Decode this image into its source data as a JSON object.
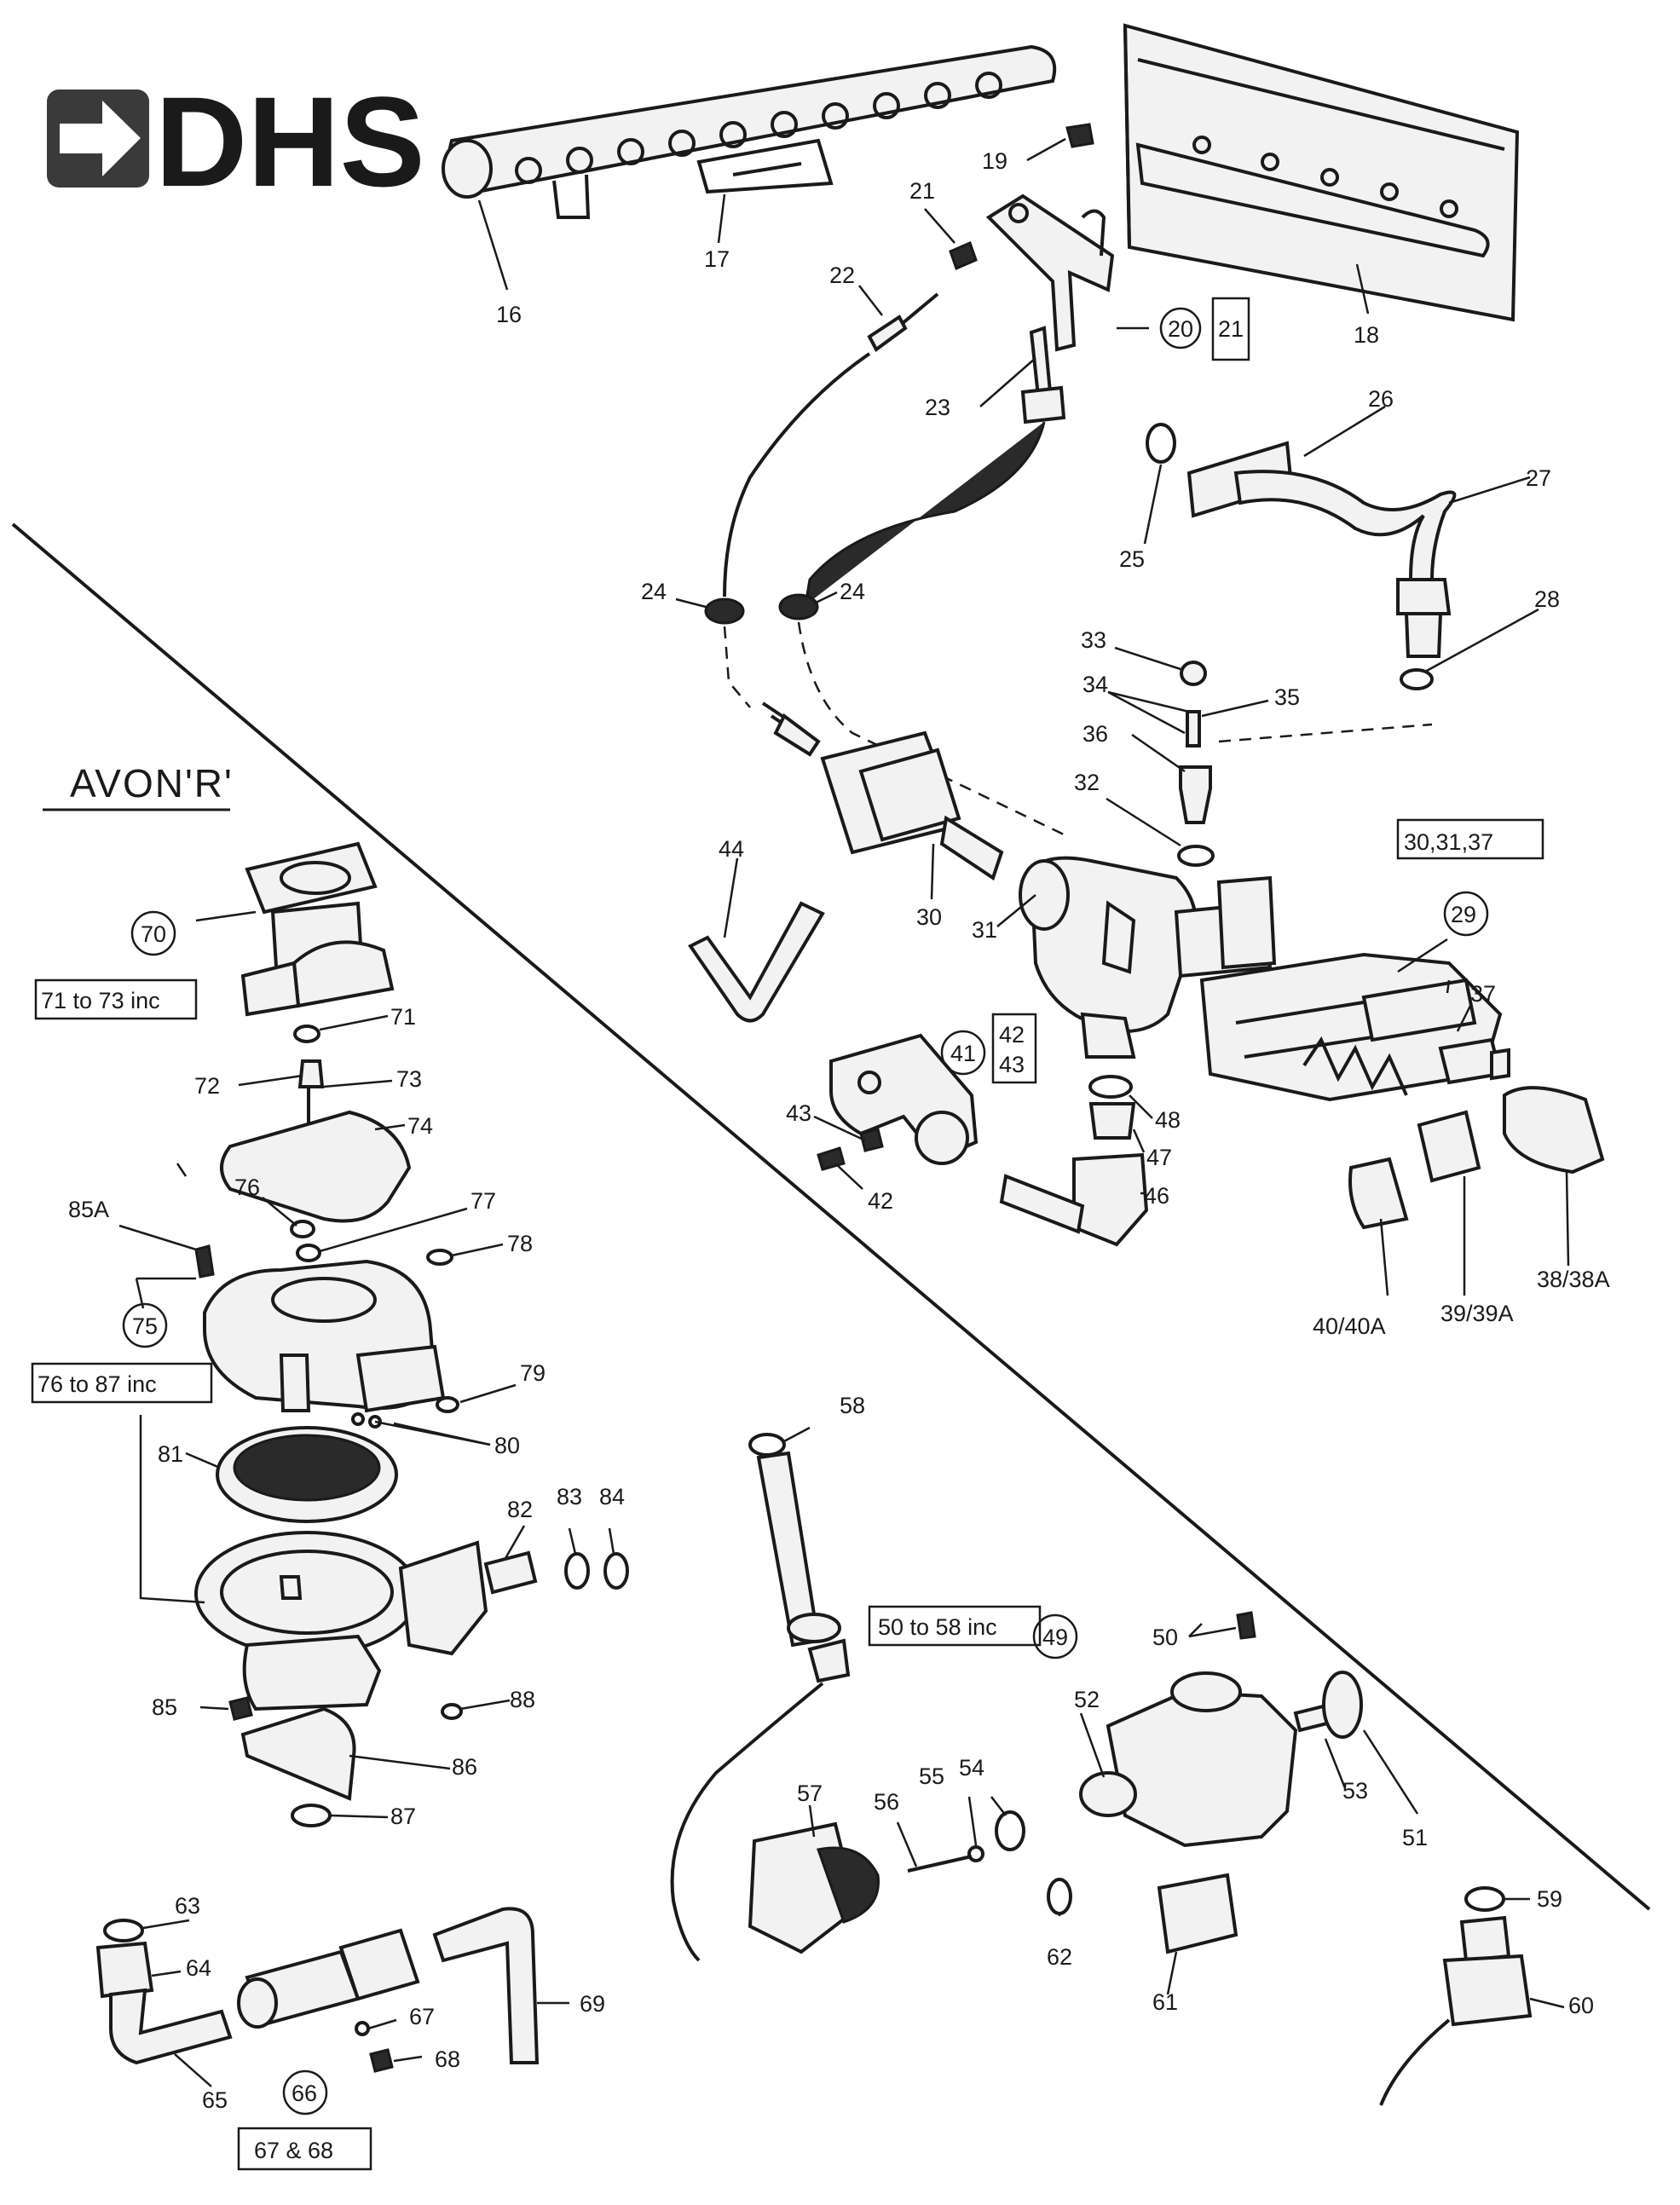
{
  "brand": {
    "name": "DHS",
    "color": "#1a1a1a",
    "icon": "arrow-right-icon"
  },
  "section_title": "AVON'R'",
  "labels": [
    "16",
    "17",
    "18",
    "19",
    "20",
    "21",
    "21",
    "22",
    "23",
    "24",
    "24",
    "25",
    "26",
    "27",
    "28",
    "33",
    "34",
    "35",
    "36",
    "32",
    "29",
    "30,31,37",
    "30",
    "31",
    "44",
    "37",
    "41",
    "42",
    "43",
    "43",
    "42",
    "48",
    "47",
    "46",
    "40/40A",
    "39/39A",
    "38/38A",
    "70",
    "71 to 73 inc",
    "71",
    "72",
    "73",
    "74",
    "76",
    "77",
    "85A",
    "78",
    "75",
    "76 to 87 inc",
    "79",
    "80",
    "81",
    "82",
    "83",
    "84",
    "85",
    "88",
    "86",
    "87",
    "58",
    "50 to 58 inc",
    "49",
    "50",
    "52",
    "53",
    "51",
    "57",
    "56",
    "55",
    "54",
    "62",
    "61",
    "59",
    "60",
    "63",
    "64",
    "65",
    "66",
    "67 & 68",
    "67",
    "68",
    "69"
  ]
}
